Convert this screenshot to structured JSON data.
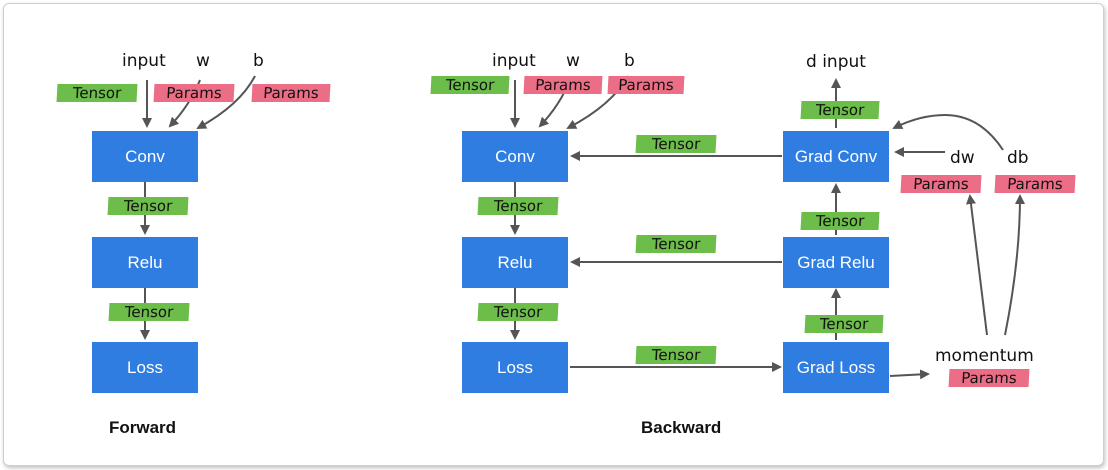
{
  "forward": {
    "caption": "Forward",
    "inputs": {
      "input": "input",
      "w": "w",
      "b": "b"
    },
    "input_tags": [
      "Tensor",
      "Params",
      "Params"
    ],
    "nodes": [
      "Conv",
      "Relu",
      "Loss"
    ],
    "edge_tags": [
      "Tensor",
      "Tensor"
    ]
  },
  "backward": {
    "caption": "Backward",
    "inputs": {
      "input": "input",
      "w": "w",
      "b": "b"
    },
    "input_tags": [
      "Tensor",
      "Params",
      "Params"
    ],
    "nodes": [
      "Conv",
      "Relu",
      "Loss"
    ],
    "edge_tags": [
      "Tensor",
      "Tensor"
    ],
    "grad_nodes": [
      "Grad Conv",
      "Grad Relu",
      "Grad Loss"
    ],
    "cross_tags": [
      "Tensor",
      "Tensor",
      "Tensor"
    ],
    "grad_up_tags": [
      "Tensor",
      "Tensor",
      "Tensor"
    ],
    "d_input": "d input",
    "dw": "dw",
    "db": "db",
    "dw_tag": "Params",
    "db_tag": "Params",
    "momentum": "momentum",
    "momentum_tag": "Params"
  },
  "colors": {
    "node": "#2f7de1",
    "tensor": "#6dbd4b",
    "params": "#ec6d86",
    "arrow": "#555555"
  }
}
